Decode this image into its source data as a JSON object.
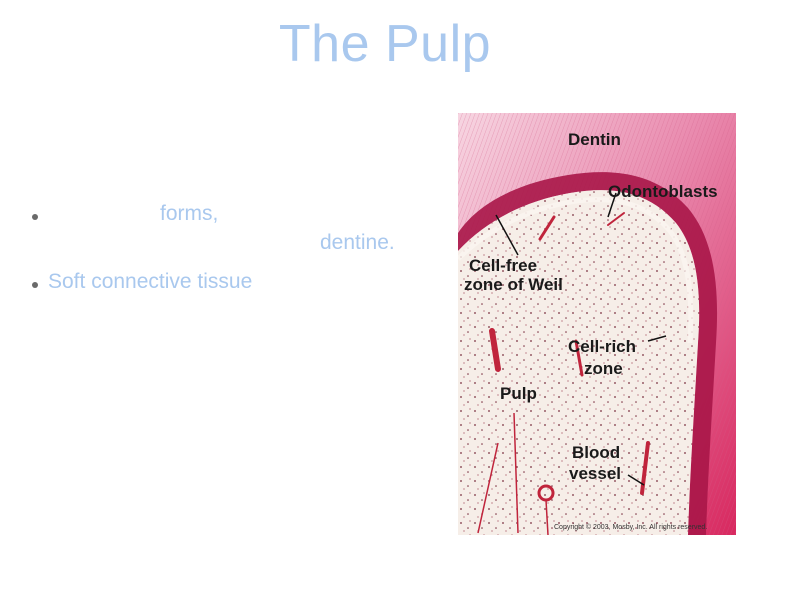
{
  "slide": {
    "title": "The Pulp"
  },
  "bullets": [
    {
      "part1": "forms,",
      "part2": "dentine."
    },
    {
      "text": "Soft connective tissue"
    }
  ],
  "figure": {
    "labels": {
      "dentin": "Dentin",
      "odontoblasts": "Odontoblasts",
      "cell_free_1": "Cell-free",
      "cell_free_2": "zone of Weil",
      "cell_rich_1": "Cell-rich",
      "cell_rich_2": "zone",
      "pulp": "Pulp",
      "blood_1": "Blood",
      "blood_2": "vessel"
    },
    "copyright": "Copyright © 2003, Mosby, Inc.  All rights reserved."
  }
}
